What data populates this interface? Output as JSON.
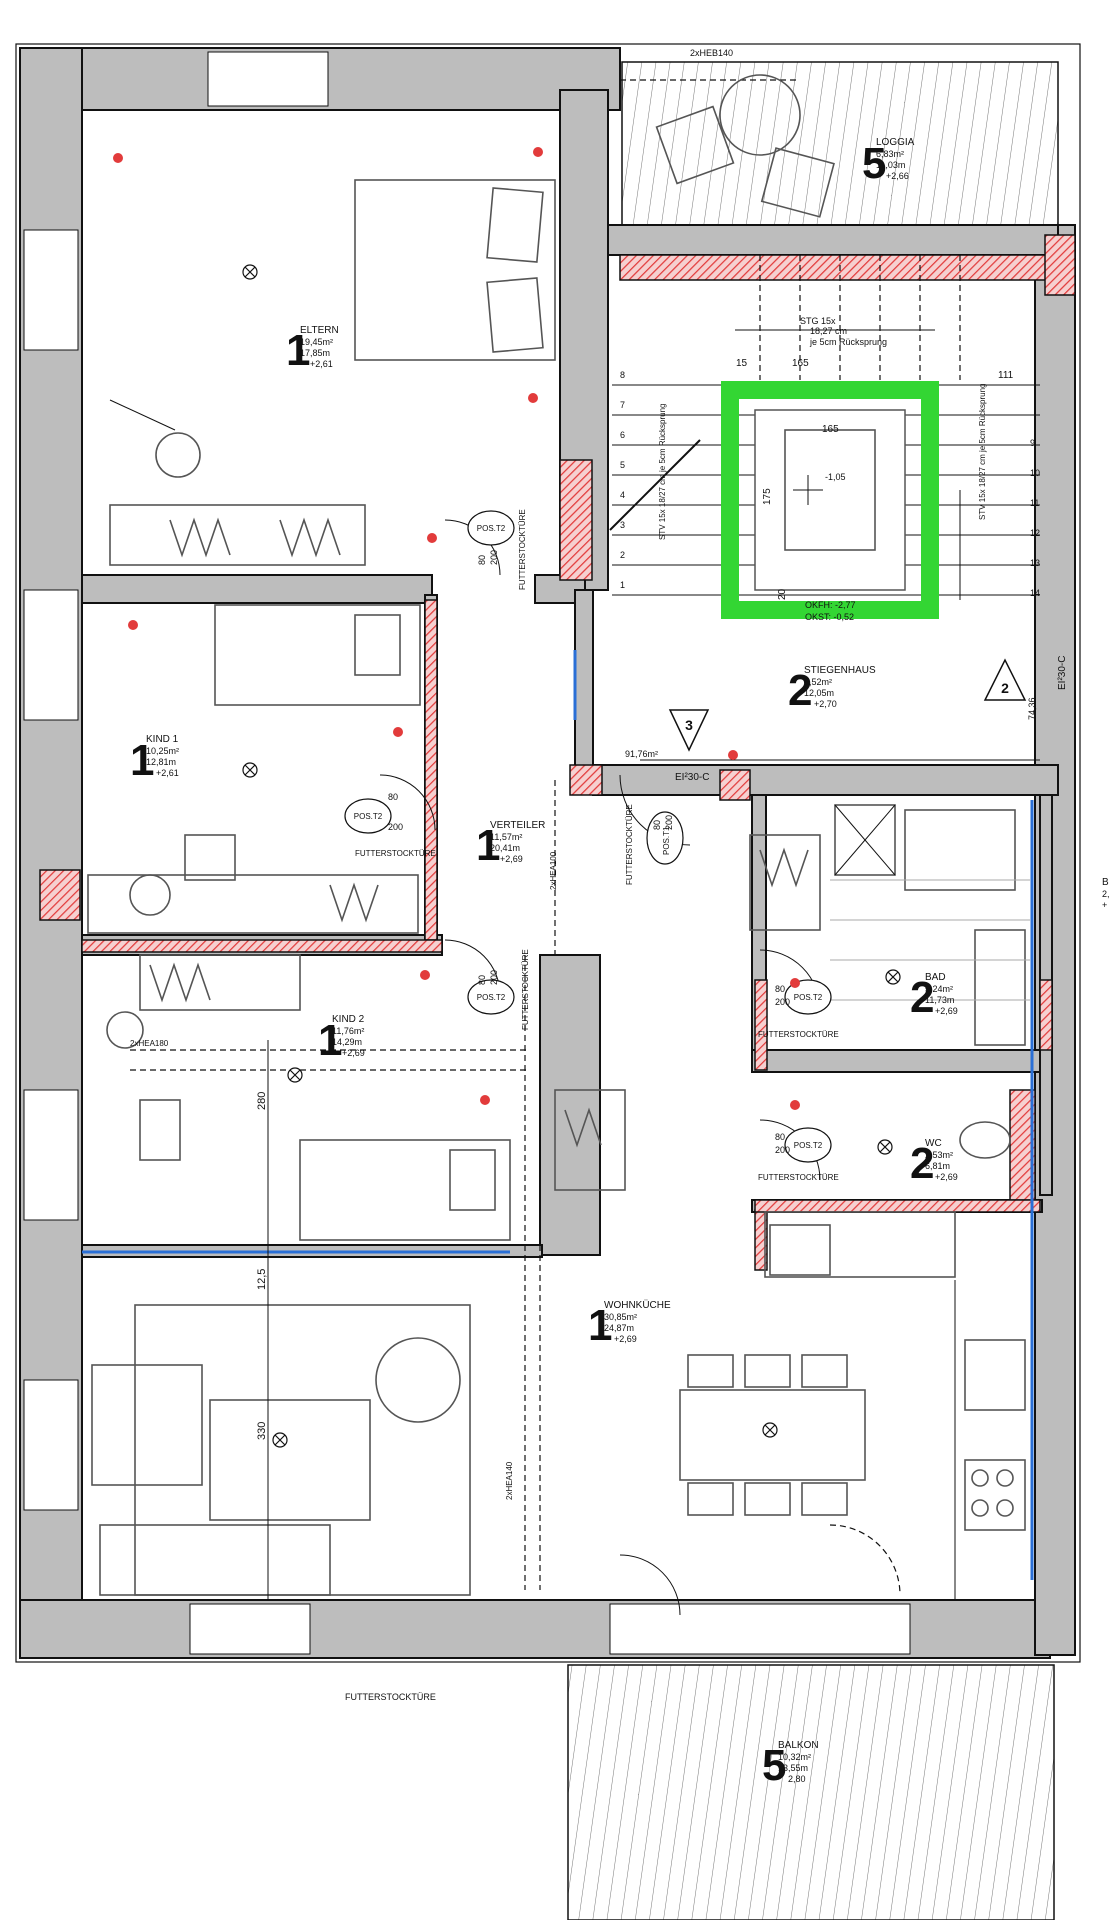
{
  "rooms": {
    "eltern": {
      "num": "1",
      "name": "ELTERN",
      "area1": "19,45m²",
      "area2": "17,85m",
      "level": "+2,61"
    },
    "kind1": {
      "num": "1",
      "name": "KIND 1",
      "area1": "10,25m²",
      "area2": "12,81m",
      "level": "+2,61"
    },
    "kind2": {
      "num": "1",
      "name": "KIND 2",
      "area1": "11,76m²",
      "area2": "14,29m",
      "level": "+2,69"
    },
    "verteiler": {
      "num": "1",
      "name": "VERTEILER",
      "area1": "11,57m²",
      "area2": "20,41m",
      "level": "+2,69"
    },
    "stiegenhaus": {
      "num": "2",
      "name": "STIEGENHAUS",
      "area1": "6,52m²",
      "area2": "12,05m",
      "level": "+2,70"
    },
    "loggia": {
      "num": "5",
      "name": "LOGGIA",
      "area1": "6,83m²",
      "area2": "11,03m",
      "level": "+2,66"
    },
    "bad": {
      "num": "2",
      "name": "BAD",
      "area1": "5,24m²",
      "area2": "11,73m",
      "level": "+2,69"
    },
    "wc": {
      "num": "2",
      "name": "WC",
      "area1": "2,53m²",
      "area2": "6,81m",
      "level": "+2,69"
    },
    "wohnkueche": {
      "num": "1",
      "name": "WOHNKÜCHE",
      "area1": "30,85m²",
      "area2": "24,87m",
      "level": "+2,69"
    },
    "balkon": {
      "num": "5",
      "name": "BALKON",
      "area1": "10,32m²",
      "area2": "13,55m",
      "level": "2,80"
    }
  },
  "doors": {
    "pos_label": "POS.T2",
    "pos_label_alt": "POS.T1",
    "size_w": "80",
    "size_h": "200",
    "futter": "FUTTERSTOCKTÜRE"
  },
  "beams": {
    "top": "2xHEB140",
    "kind2": "2xHEA180",
    "verteiler": "2xHEA100",
    "wohn": "2xHEA140"
  },
  "stairs": {
    "stg_a": "STG 15x",
    "stg_b": "18,27 cm",
    "stg_c": "je 5cm Rücksprung",
    "stv_left": "STV 15x 18/27 cm je 5cm Rücksprung",
    "stv_right": "STV 15x 18/27 cm je 5cm Rücksprung",
    "dim_15": "15",
    "dim_165a": "165",
    "dim_165b": "165",
    "dim_111": "111",
    "dim_175": "175",
    "dim_20": "20",
    "lift_level": "-1,05",
    "okfh": "OKFH: -2,77",
    "okst": "OKST: -0,52",
    "level_9176": "91,76m²",
    "ei30": "EI²30-C",
    "ei30_right": "EI²30-C",
    "dim_74": "74,36",
    "tri_3": "3",
    "tri_2": "2",
    "step_left": [
      "8",
      "7",
      "6",
      "5",
      "4",
      "3",
      "2",
      "1"
    ],
    "step_right": [
      "9",
      "10",
      "11",
      "12",
      "13",
      "14"
    ]
  },
  "dims": {
    "d280": "280",
    "d125": "12,5",
    "d330": "330"
  },
  "partial_right": {
    "name": "B",
    "area": "2,",
    "level": "+"
  },
  "footer": {
    "futter": "FUTTERSTOCKTÜRE"
  },
  "colors": {
    "wall": "#bdbdbd",
    "hatch": "#e23b3b",
    "lift": "#33d633",
    "blue": "#2a6fd6"
  }
}
